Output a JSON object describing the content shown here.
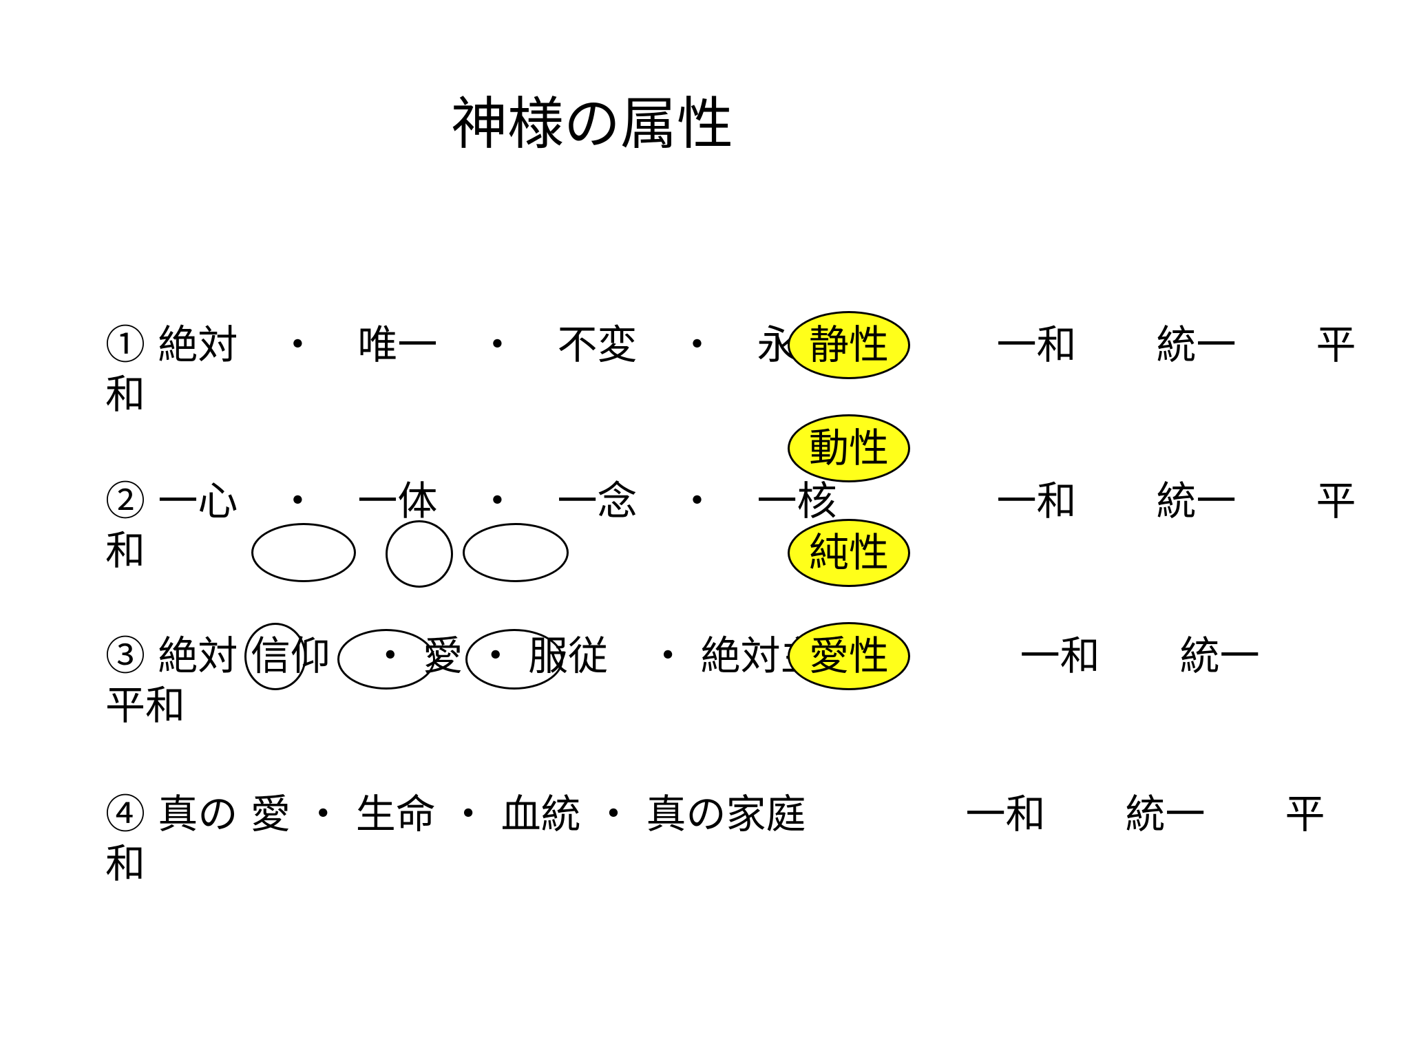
{
  "title": "神様の属性",
  "items": [
    {
      "line1": "① 絶対　・　唯一　・　不変　・　永遠　　　　一和　　統一　　平",
      "line2": "和"
    },
    {
      "line1": "② 一心　・　一体　・　一念　・　一核　　　　一和　　統一　　平",
      "line2": "和"
    },
    {
      "line1": "③ 絶対 信仰　・ 愛 ・ 服従　・ 絶対主管　　　　一和　　統一",
      "line2": "平和"
    },
    {
      "line1": "④ 真の 愛 ・ 生命 ・ 血統 ・ 真の家庭　　　　一和　　統一　　平",
      "line2": "和"
    }
  ],
  "badges": [
    "静性",
    "動性",
    "純性",
    "愛性"
  ],
  "badge_color": "#ffff1a"
}
